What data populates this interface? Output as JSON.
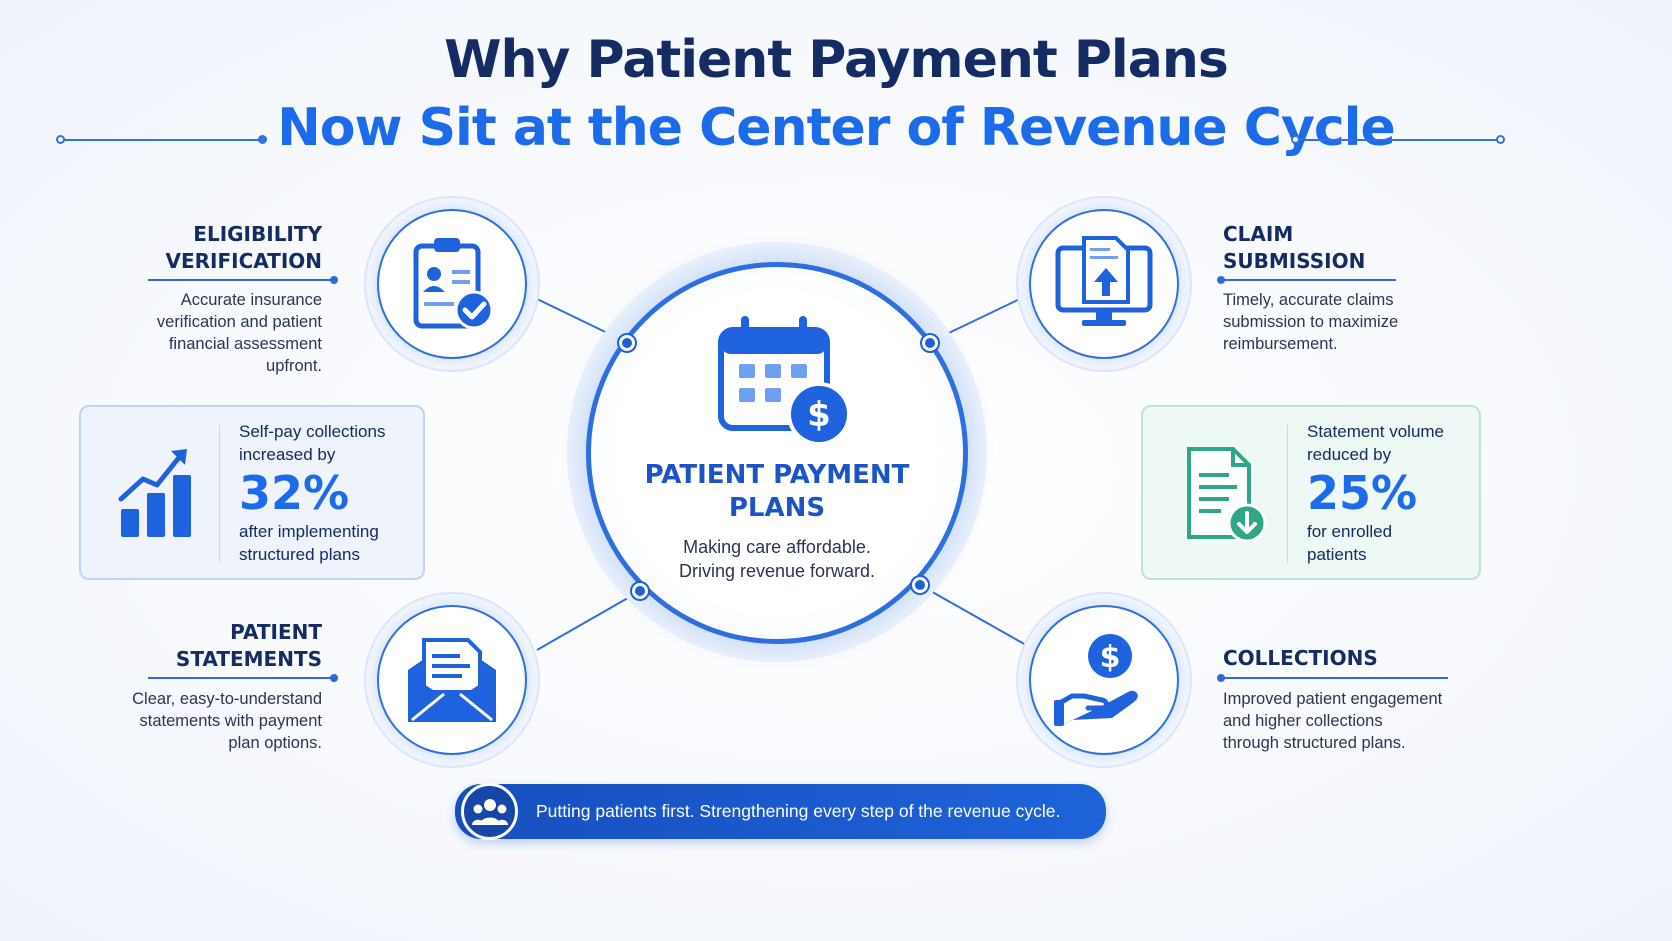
{
  "title": {
    "line1": "Why Patient Payment Plans",
    "line2": "Now Sit at the Center of Revenue Cycle"
  },
  "center": {
    "title_line1": "PATIENT PAYMENT",
    "title_line2": "PLANS",
    "sub_line1": "Making care affordable.",
    "sub_line2": "Driving revenue forward.",
    "icon": "calendar-dollar-icon"
  },
  "eligibility": {
    "head_line1": "ELIGIBILITY",
    "head_line2": "VERIFICATION",
    "desc_lines": [
      "Accurate insurance",
      "verification and patient",
      "financial assessment",
      "upfront."
    ],
    "icon": "clipboard-check-icon"
  },
  "claim": {
    "head_line1": "CLAIM",
    "head_line2": "SUBMISSION",
    "desc_lines": [
      "Timely, accurate claims",
      "submission to maximize",
      "reimbursement."
    ],
    "icon": "monitor-upload-icon"
  },
  "statements": {
    "head_line1": "PATIENT",
    "head_line2": "STATEMENTS",
    "desc_lines": [
      "Clear, easy-to-understand",
      "statements with payment",
      "plan options."
    ],
    "icon": "envelope-document-icon"
  },
  "collections": {
    "head": "COLLECTIONS",
    "desc_lines": [
      "Improved patient engagement",
      "and higher collections",
      "through structured plans."
    ],
    "icon": "hand-dollar-icon"
  },
  "stat_left": {
    "line1": "Self-pay collections",
    "line2": "increased by",
    "value": "32%",
    "line3": "after implementing",
    "line4": "structured plans",
    "icon": "bar-chart-up-icon"
  },
  "stat_right": {
    "line1": "Statement volume",
    "line2": "reduced by",
    "value": "25%",
    "line3": "for enrolled",
    "line4": "patients",
    "icon": "document-download-icon"
  },
  "footer": {
    "text": "Putting patients first. Strengthening every step of the revenue cycle.",
    "icon": "people-group-icon"
  },
  "colors": {
    "navy": "#142c63",
    "blue": "#1c6bea",
    "green": "#2fa787"
  }
}
